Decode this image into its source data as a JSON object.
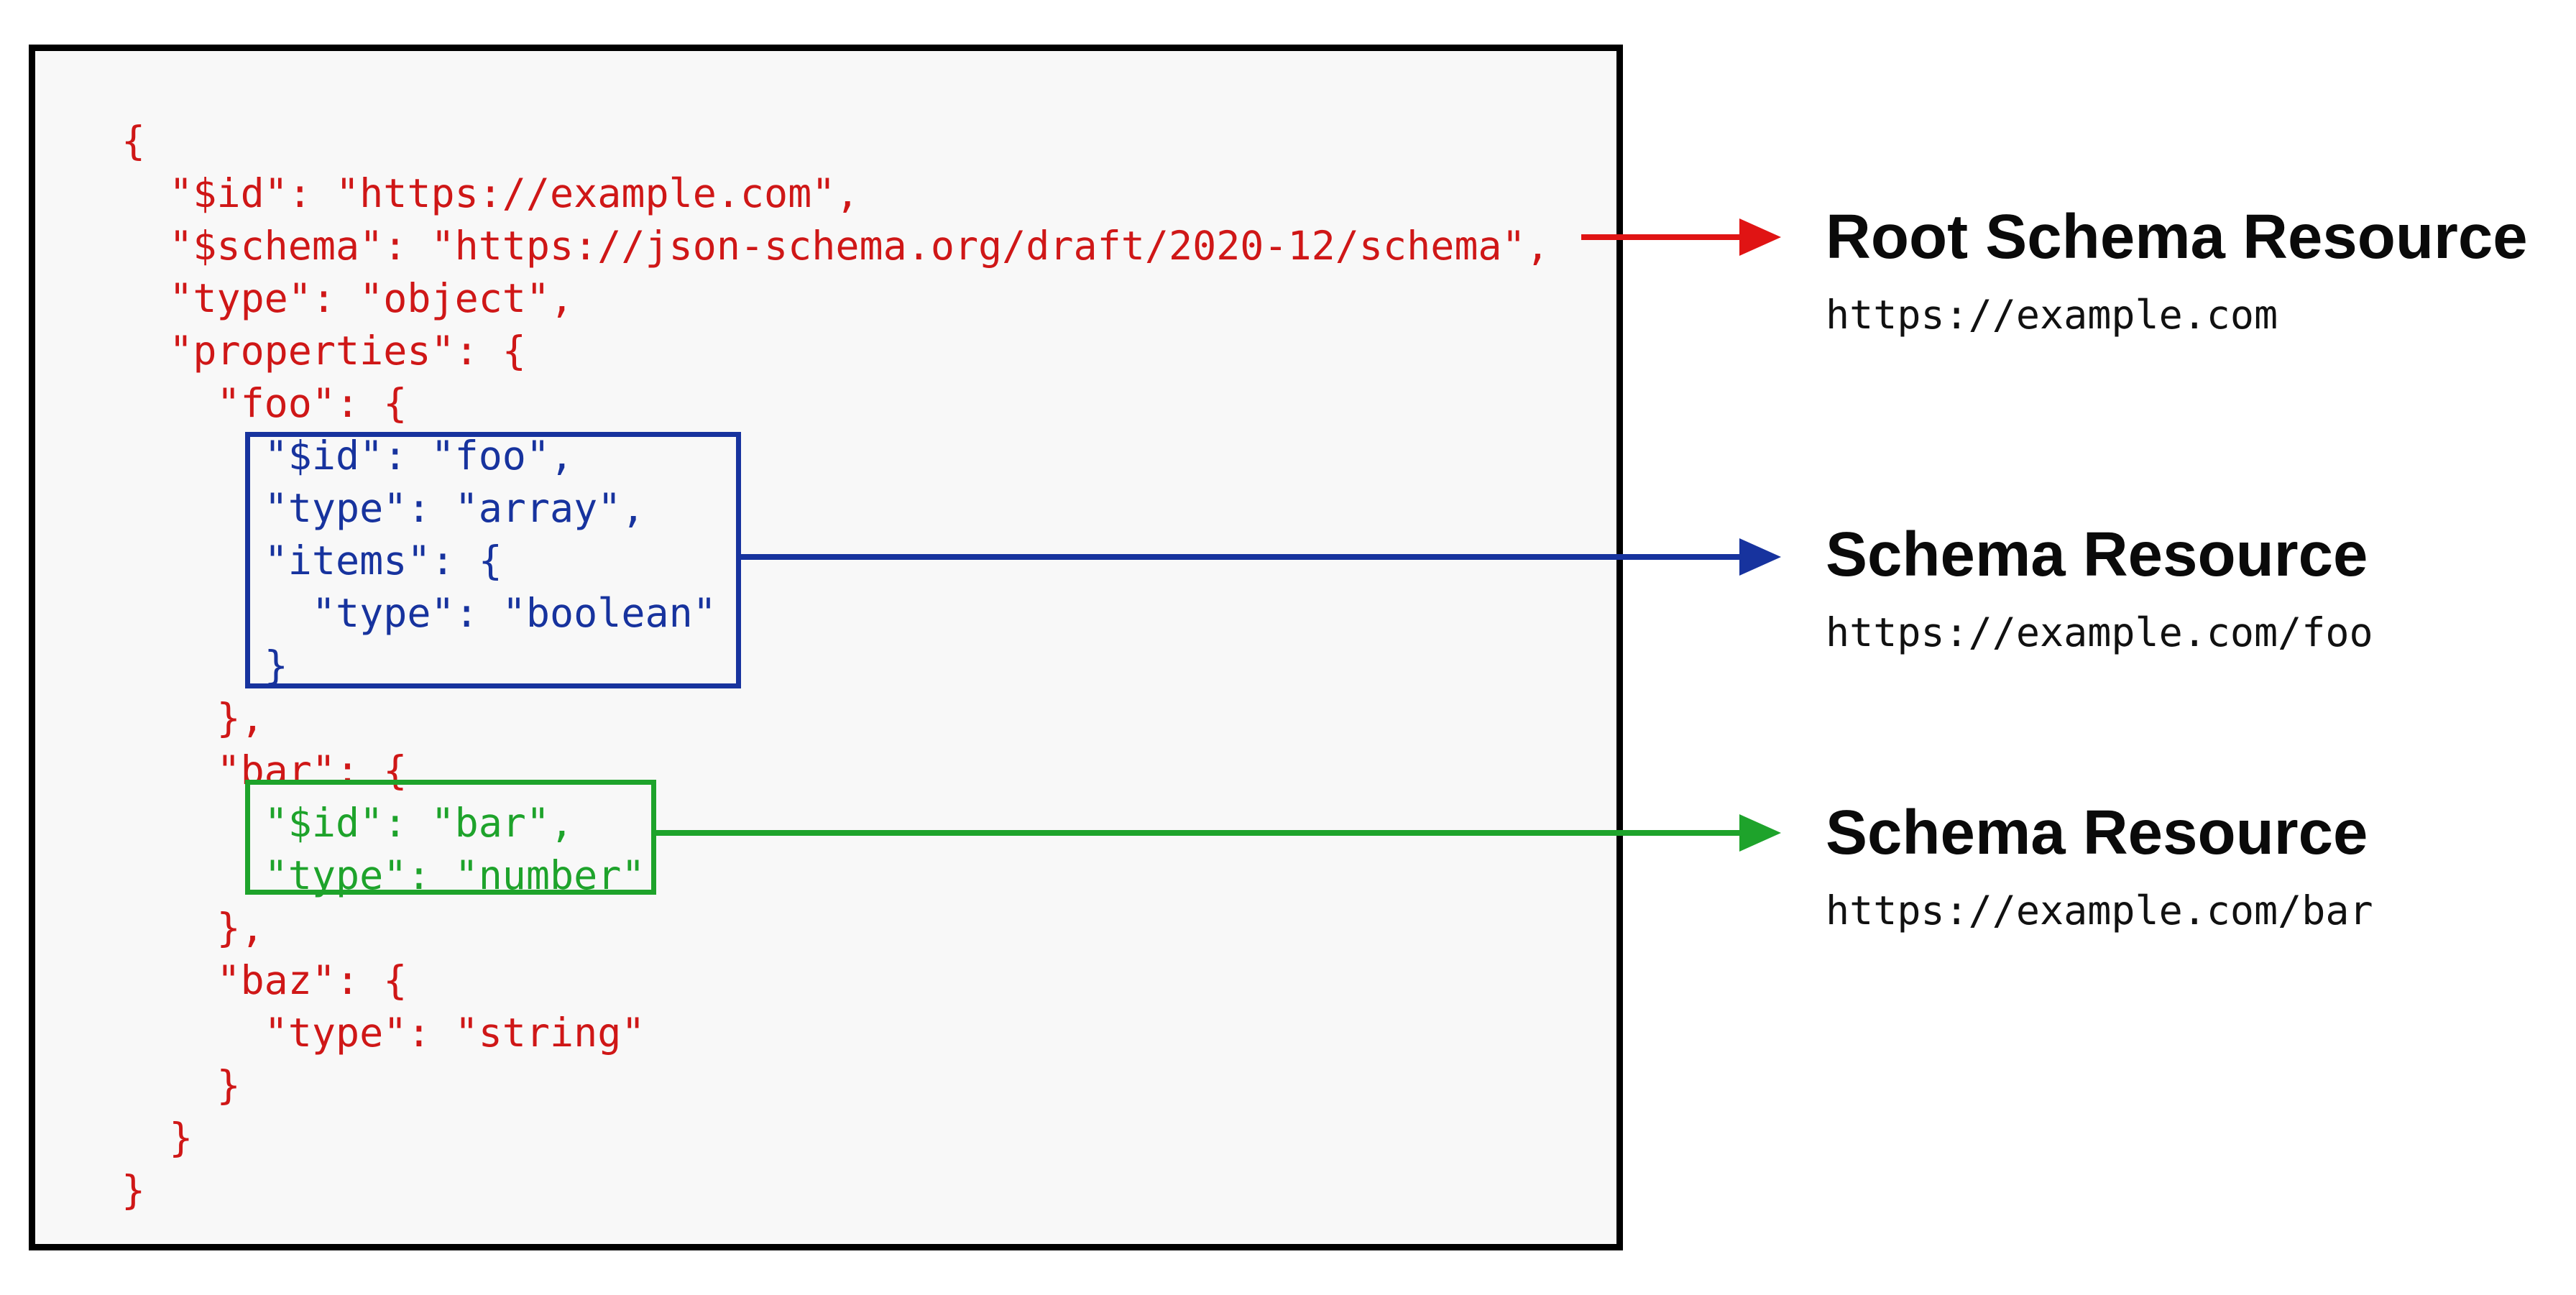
{
  "colors": {
    "code_red": "#cf1717",
    "arrow_red": "#e01414",
    "blue": "#17339e",
    "green": "#1ea32b",
    "panel_background": "#f8f8f8",
    "panel_border": "#000000",
    "heading_text": "#0a0a0a"
  },
  "code": {
    "lines": [
      {
        "text": "{",
        "color": "red"
      },
      {
        "text": "  \"$id\": \"https://example.com\",",
        "color": "red"
      },
      {
        "text": "  \"$schema\": \"https://json-schema.org/draft/2020-12/schema\",",
        "color": "red"
      },
      {
        "text": "  \"type\": \"object\",",
        "color": "red"
      },
      {
        "text": "  \"properties\": {",
        "color": "red"
      },
      {
        "text": "    \"foo\": {",
        "color": "red"
      },
      {
        "text": "      \"$id\": \"foo\",",
        "color": "blue"
      },
      {
        "text": "      \"type\": \"array\",",
        "color": "blue"
      },
      {
        "text": "      \"items\": {",
        "color": "blue"
      },
      {
        "text": "        \"type\": \"boolean\"",
        "color": "blue"
      },
      {
        "text": "      }",
        "color": "blue"
      },
      {
        "text": "    },",
        "color": "red"
      },
      {
        "text": "    \"bar\": {",
        "color": "red"
      },
      {
        "text": "      \"$id\": \"bar\",",
        "color": "green"
      },
      {
        "text": "      \"type\": \"number\"",
        "color": "green"
      },
      {
        "text": "    },",
        "color": "red"
      },
      {
        "text": "    \"baz\": {",
        "color": "red"
      },
      {
        "text": "      \"type\": \"string\"",
        "color": "red"
      },
      {
        "text": "    }",
        "color": "red"
      },
      {
        "text": "  }",
        "color": "red"
      },
      {
        "text": "}",
        "color": "red"
      }
    ]
  },
  "labels": [
    {
      "title": "Root Schema Resource",
      "url": "https://example.com"
    },
    {
      "title": "Schema Resource",
      "url": "https://example.com/foo"
    },
    {
      "title": "Schema Resource",
      "url": "https://example.com/bar"
    }
  ]
}
